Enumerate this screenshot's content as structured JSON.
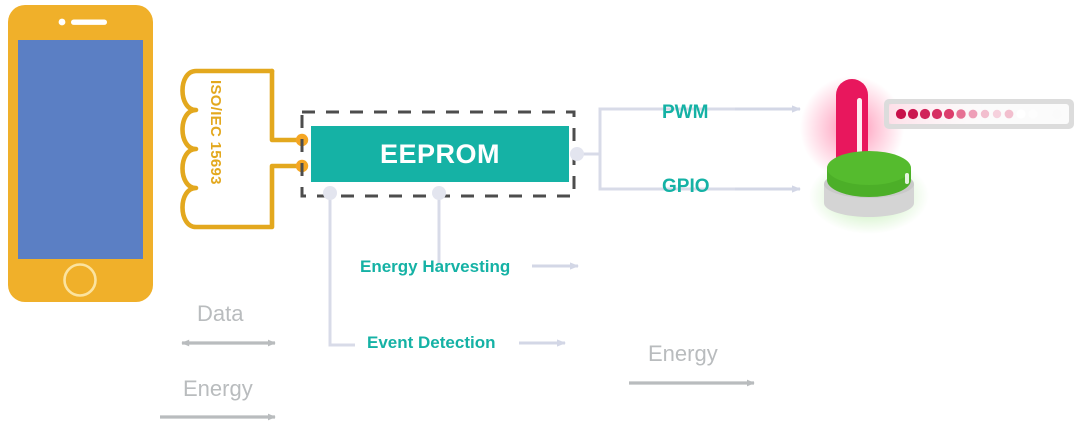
{
  "diagram": {
    "title": "NFC EEPROM energy harvesting block diagram",
    "phone": {
      "name": "smartphone",
      "body_color": "#F0B02A",
      "screen_color": "#5B7FC4"
    },
    "antenna": {
      "label": "ISO/IEC 15693",
      "color": "#E3A81E",
      "coil_bumps": 4
    },
    "chip": {
      "label": "EEPROM",
      "fill_color": "#15b2a5",
      "text_color": "#FFFFFF",
      "border_style": "dashed",
      "border_color": "#4d4d4d",
      "pad_color": "#F5A623"
    },
    "outputs": [
      {
        "label": "PWM",
        "color": "#15b2a5"
      },
      {
        "label": "GPIO",
        "color": "#15b2a5"
      }
    ],
    "features": [
      {
        "label": "Energy Harvesting",
        "color": "#15b2a5"
      },
      {
        "label": "Event Detection",
        "color": "#15b2a5"
      }
    ],
    "flows": [
      {
        "label": "Data",
        "color": "#b9bcbe",
        "direction": "bidirectional",
        "side": "left"
      },
      {
        "label": "Energy",
        "color": "#b9bcbe",
        "direction": "right",
        "side": "left"
      },
      {
        "label": "Energy",
        "color": "#b9bcbe",
        "direction": "right",
        "side": "right"
      }
    ],
    "devices": [
      {
        "name": "led-lamp",
        "color": "#E8175D",
        "glow": true
      },
      {
        "name": "led-strip",
        "color": "#C8104A",
        "dot_count": 15,
        "body_color": "#DCDCDC"
      },
      {
        "name": "push-button",
        "color": "#4CAF28",
        "base_color": "#D4D4D4",
        "glow": true
      }
    ],
    "connector_line_color": "#d8dbe8"
  }
}
